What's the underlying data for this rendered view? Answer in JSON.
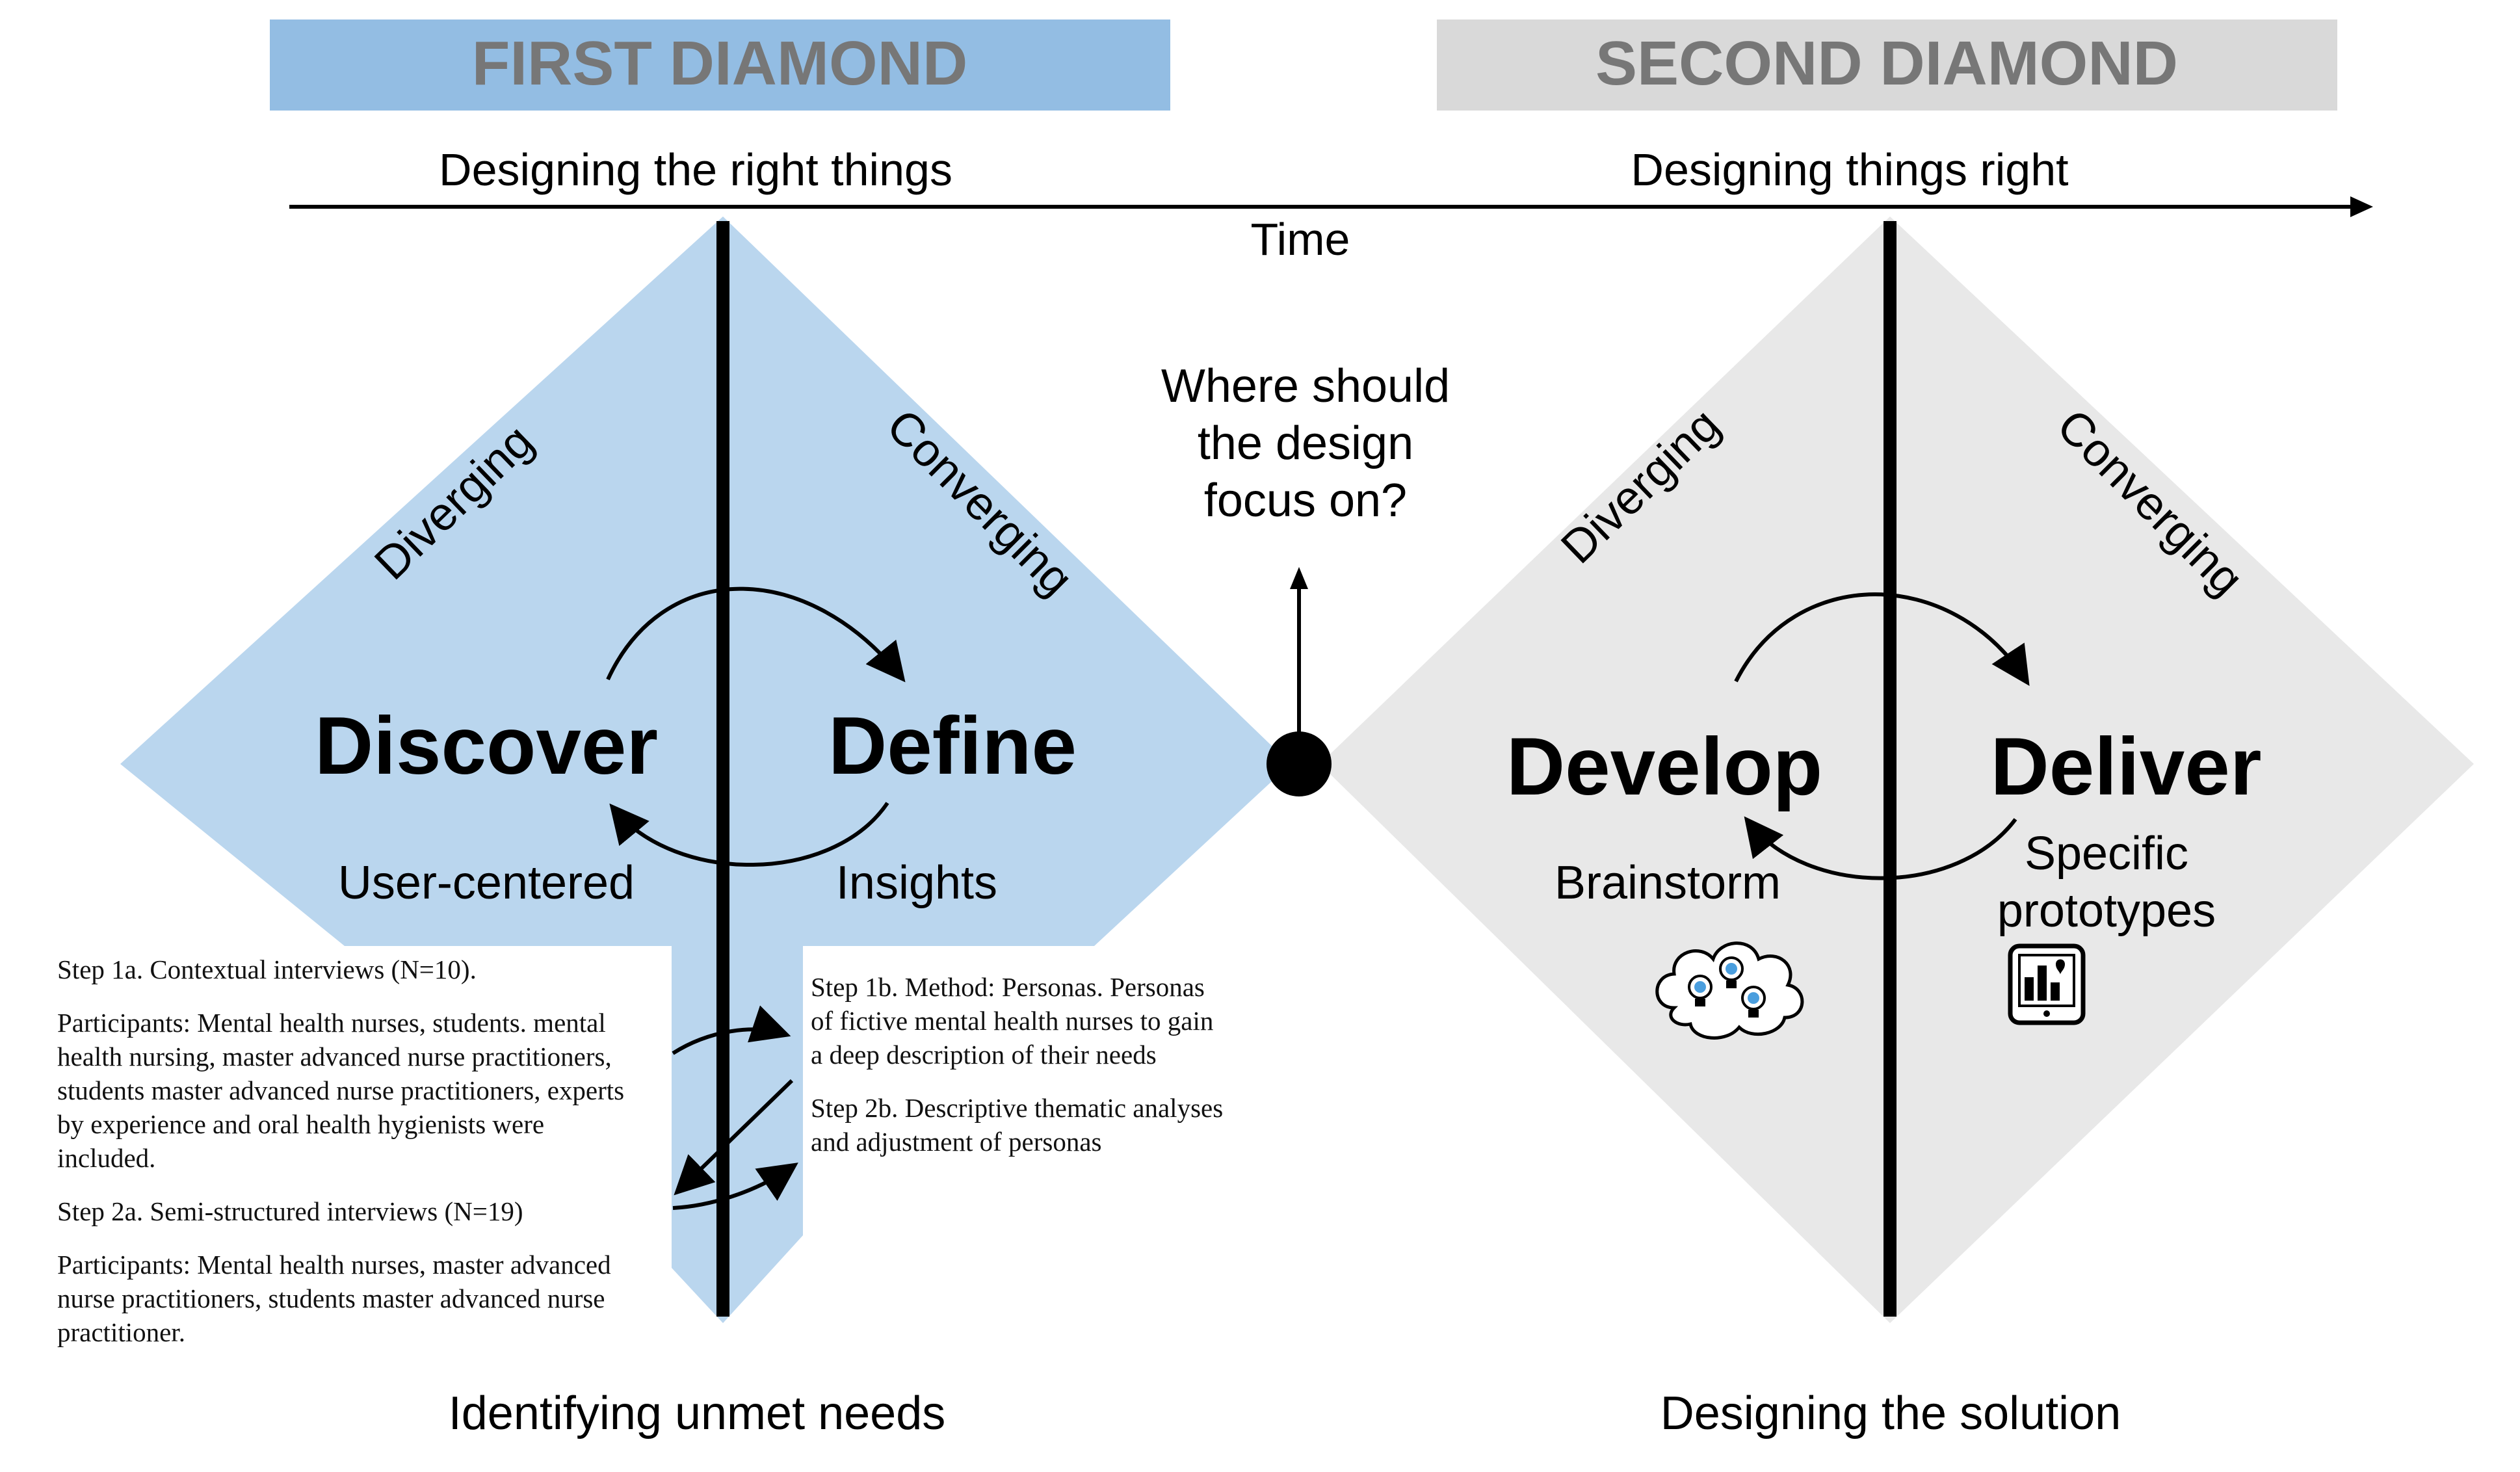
{
  "colors": {
    "first_banner": "#93bde3",
    "first_diamond": "#bad6ee",
    "second_banner": "#d9d9d9",
    "second_diamond": "#e8e8e8",
    "banner_text": "#777777",
    "ink": "#000000",
    "bulb": "#4a9ede"
  },
  "banners": {
    "first": "FIRST DIAMOND",
    "second": "SECOND DIAMOND"
  },
  "timeline": {
    "left_heading": "Designing the right things",
    "right_heading": "Designing things right",
    "time_label": "Time"
  },
  "first_diamond": {
    "diverging": "Diverging",
    "converging": "Converging",
    "discover": "Discover",
    "define": "Define",
    "user_centered": "User-centered",
    "insights": "Insights"
  },
  "second_diamond": {
    "diverging": "Diverging",
    "converging": "Converging",
    "develop": "Develop",
    "deliver": "Deliver",
    "brainstorm": "Brainstorm",
    "specific_prototypes_line1": "Specific",
    "specific_prototypes_line2": "prototypes",
    "brainstorm_icon": "lightbulb-cloud-icon",
    "prototype_icon": "tablet-dashboard-icon"
  },
  "focus_question": {
    "line1": "Where should",
    "line2": "the design",
    "line3": "focus on?"
  },
  "left_steps": {
    "step1a": "Step 1a. Contextual interviews (N=10).",
    "participants1": "Participants: Mental health nurses, students. mental health nursing, master advanced nurse practitioners, students master advanced nurse practitioners, experts by experience and oral health hygienists were included.",
    "step2a": "Step 2a. Semi-structured interviews (N=19)",
    "participants2": "Participants: Mental health nurses, master advanced nurse practitioners, students master advanced nurse practitioner."
  },
  "right_steps": {
    "step1b": "Step 1b. Method: Personas. Personas of fictive mental health nurses to gain a deep description of their needs",
    "step2b": "Step 2b. Descriptive thematic analyses and adjustment of personas"
  },
  "footer": {
    "left": "Identifying unmet needs",
    "right": "Designing the solution"
  }
}
